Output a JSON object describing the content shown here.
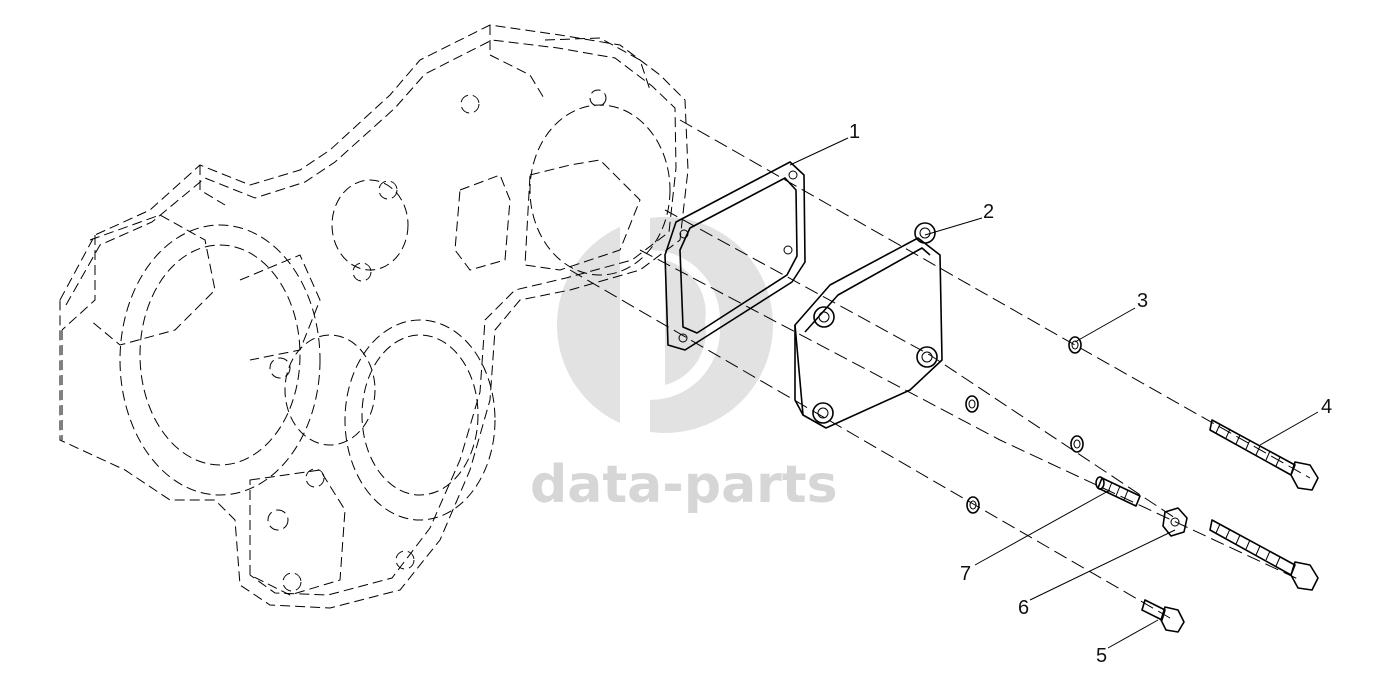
{
  "watermark": {
    "text": "data-parts",
    "color": "#d6d6d6"
  },
  "callouts": [
    {
      "label": "1"
    },
    {
      "label": "2"
    },
    {
      "label": "3"
    },
    {
      "label": "4"
    },
    {
      "label": "5"
    },
    {
      "label": "6"
    },
    {
      "label": "7"
    }
  ]
}
